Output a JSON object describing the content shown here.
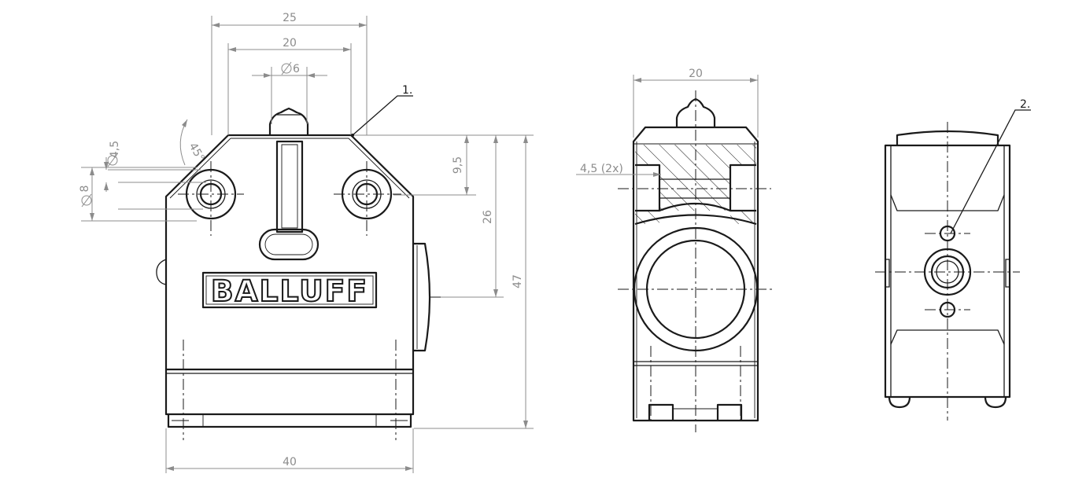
{
  "colors": {
    "outline": "#1a1a1a",
    "dimension": "#8c8c8c",
    "background": "#ffffff"
  },
  "front_view": {
    "brand": "BALLUFF",
    "dims": {
      "width_25": "25",
      "width_20": "20",
      "dia_6": "6",
      "angle_45": "45°",
      "dia_4_5": "4,5",
      "dia_8": "8",
      "height_9_5": "9,5",
      "height_26": "26",
      "height_47": "47",
      "width_40": "40"
    },
    "callout_1": "1."
  },
  "side_view": {
    "dims": {
      "width_20": "20",
      "hole_4_5_2x": "4,5 (2x)"
    }
  },
  "top_view": {
    "callout_2": "2."
  }
}
